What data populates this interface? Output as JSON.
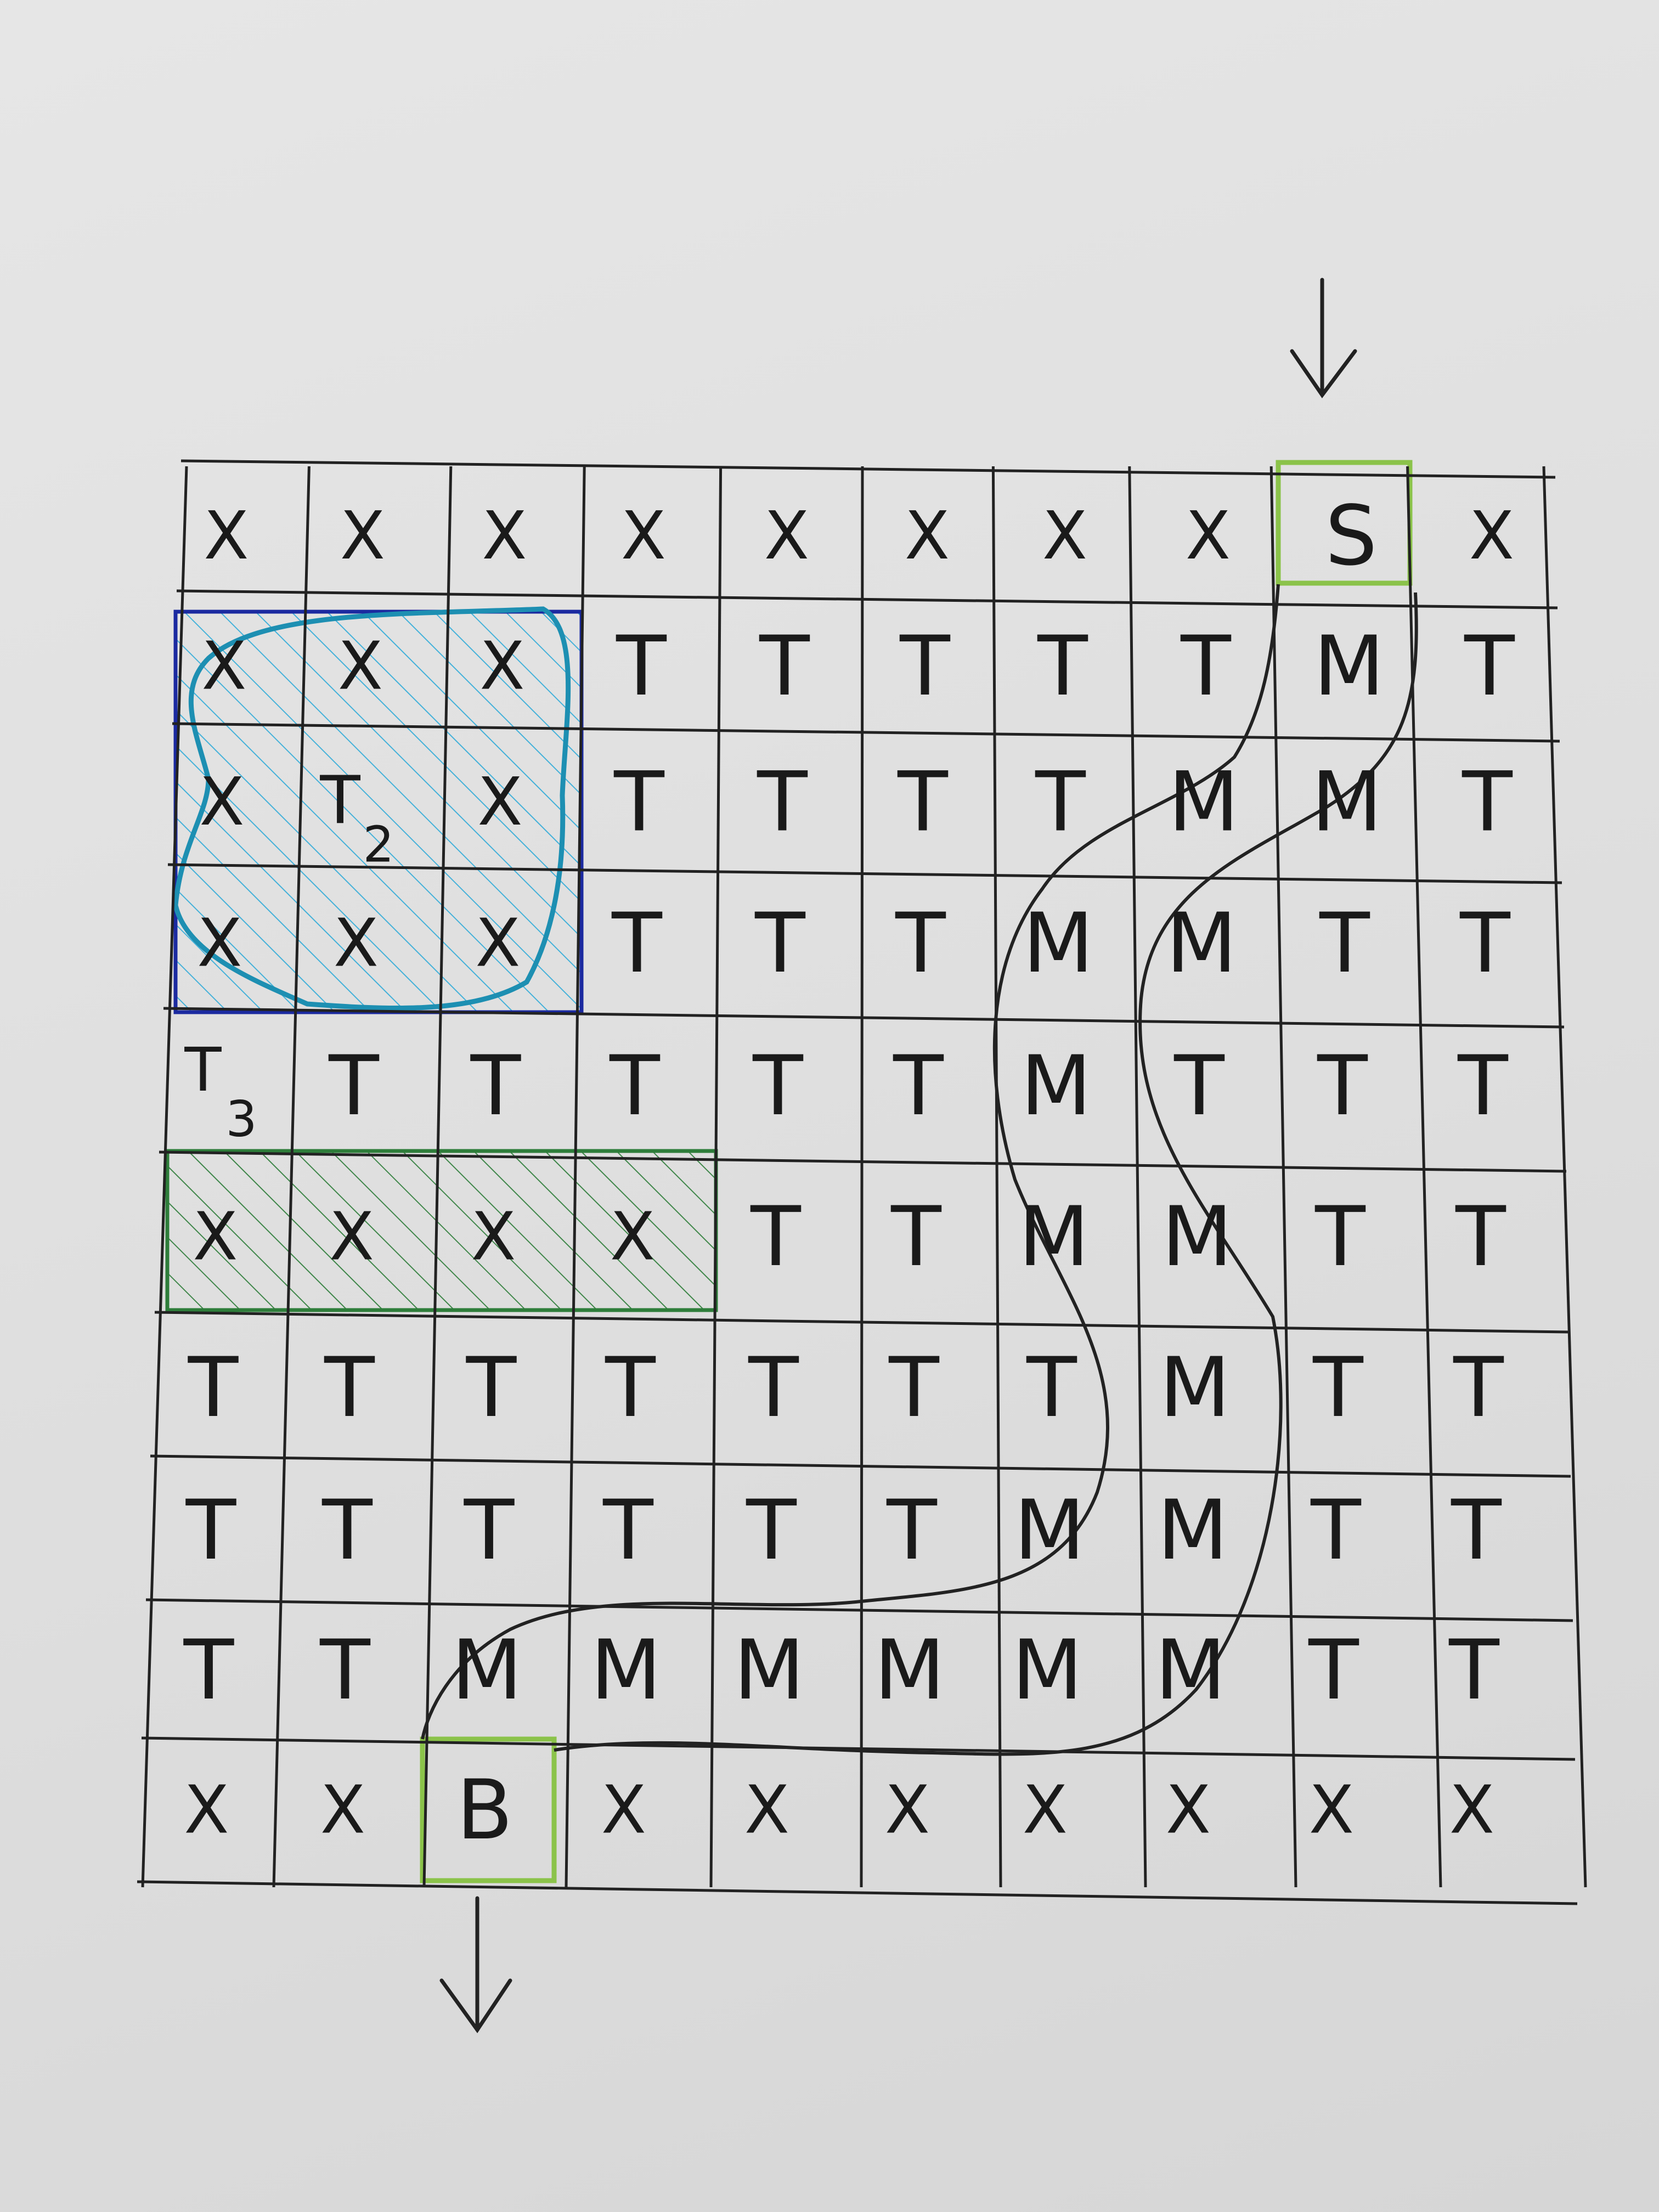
{
  "grid": {
    "rows": [
      [
        "X",
        "X",
        "X",
        "X",
        "X",
        "X",
        "X",
        "X",
        "S",
        "X"
      ],
      [
        "X",
        "X",
        "X",
        "T",
        "T",
        "T",
        "T",
        "T",
        "M",
        "T"
      ],
      [
        "X",
        "",
        "X",
        "T",
        "T",
        "T",
        "T",
        "M",
        "M",
        "T"
      ],
      [
        "X",
        "X",
        "X",
        "T",
        "T",
        "T",
        "M",
        "M",
        "T",
        "T"
      ],
      [
        "",
        "T",
        "T",
        "T",
        "T",
        "T",
        "M",
        "T",
        "T",
        "T"
      ],
      [
        "X",
        "X",
        "X",
        "X",
        "T",
        "T",
        "M",
        "M",
        "T",
        "T"
      ],
      [
        "T",
        "T",
        "T",
        "T",
        "T",
        "T",
        "T",
        "M",
        "T",
        "T"
      ],
      [
        "T",
        "T",
        "T",
        "T",
        "T",
        "T",
        "M",
        "M",
        "T",
        "T"
      ],
      [
        "T",
        "T",
        "M",
        "M",
        "M",
        "M",
        "M",
        "M",
        "T",
        "T"
      ],
      [
        "X",
        "X",
        "B",
        "X",
        "X",
        "X",
        "X",
        "X",
        "X",
        "X"
      ]
    ]
  },
  "regions": [
    {
      "label": "T",
      "subscript": "2",
      "color": "#1b2aa0",
      "fill": "#29a9d8"
    },
    {
      "label": "T",
      "subscript": "3",
      "color": "#2e7d3a",
      "fill": "#2e7d3a"
    }
  ],
  "markers": {
    "start": "S",
    "end": "B",
    "highlight_color": "#8bc34a"
  },
  "arrows": {
    "in": "down-arrow",
    "out": "down-arrow"
  }
}
